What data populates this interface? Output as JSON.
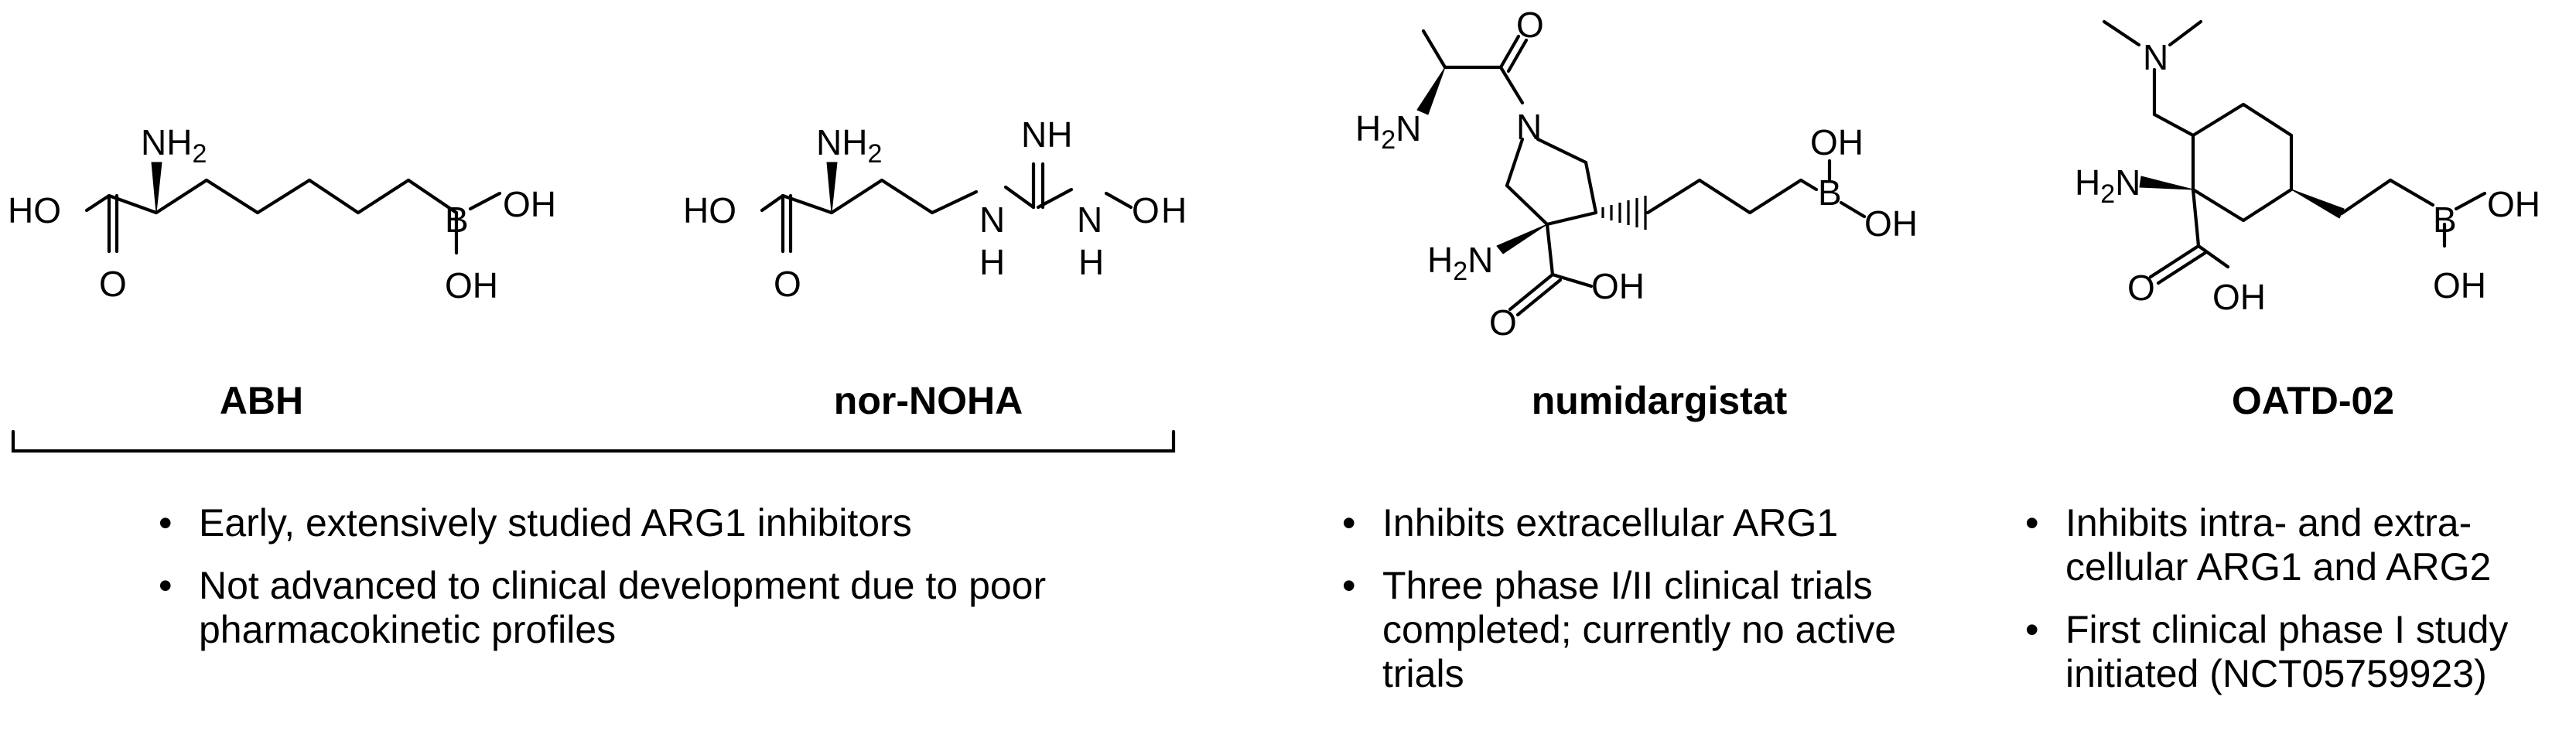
{
  "compounds": [
    {
      "name": "ABH"
    },
    {
      "name": "nor-NOHA"
    },
    {
      "name": "numidargistat"
    },
    {
      "name": "OATD-02"
    }
  ],
  "atom_labels": {
    "nh2": "NH2",
    "h2n": "H2N",
    "ho": "HO",
    "oh": "OH",
    "o": "O",
    "b": "B",
    "n": "N",
    "nh": "NH",
    "h": "H",
    "sub2": "2"
  },
  "groups": [
    {
      "bullets": [
        "Early, extensively studied ARG1 inhibitors",
        "Not advanced to clinical development due to poor pharmacokinetic profiles"
      ]
    },
    {
      "bullets": [
        "Inhibits extracellular ARG1",
        "Three phase I/II clinical trials completed; currently no active trials"
      ]
    },
    {
      "bullets": [
        "Inhibits intra- and extra-cellular ARG1 and ARG2",
        "First clinical phase I study initiated (NCT05759923)"
      ]
    }
  ]
}
